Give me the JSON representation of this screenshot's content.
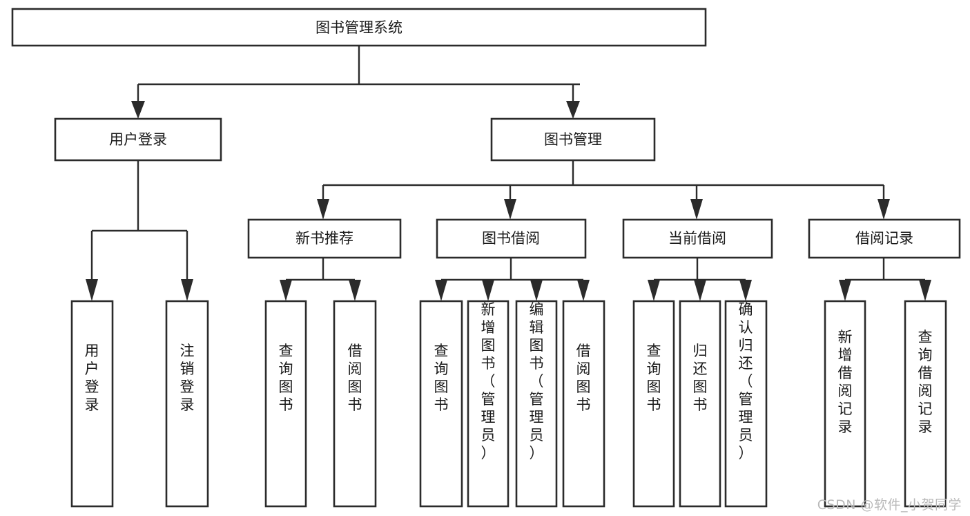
{
  "diagram": {
    "type": "tree-hierarchy-functional-decomposition",
    "title": "图书管理系统",
    "watermark": "CSDN @软件_小贺同学",
    "colors": {
      "stroke": "#2b2b2b",
      "box_fill": "#ffffff",
      "text": "#1a1a1a",
      "background": "#ffffff",
      "watermark": "#b9b9b9"
    },
    "levels": [
      {
        "level": 1,
        "nodes": [
          {
            "id": "root",
            "label": "图书管理系统",
            "orientation": "horizontal"
          }
        ]
      },
      {
        "level": 2,
        "nodes": [
          {
            "id": "login",
            "label": "用户登录",
            "orientation": "horizontal",
            "parent": "root"
          },
          {
            "id": "bookmgmt",
            "label": "图书管理",
            "orientation": "horizontal",
            "parent": "root"
          }
        ]
      },
      {
        "level": 3,
        "nodes": [
          {
            "id": "newbook",
            "label": "新书推荐",
            "orientation": "horizontal",
            "parent": "bookmgmt"
          },
          {
            "id": "borrow",
            "label": "图书借阅",
            "orientation": "horizontal",
            "parent": "bookmgmt"
          },
          {
            "id": "current",
            "label": "当前借阅",
            "orientation": "horizontal",
            "parent": "bookmgmt"
          },
          {
            "id": "records",
            "label": "借阅记录",
            "orientation": "horizontal",
            "parent": "bookmgmt"
          }
        ]
      },
      {
        "level": 4,
        "nodes": [
          {
            "id": "leaf-1",
            "label": "用户登录",
            "orientation": "vertical",
            "parent": "login"
          },
          {
            "id": "leaf-2",
            "label": "注销登录",
            "orientation": "vertical",
            "parent": "login"
          },
          {
            "id": "leaf-3",
            "label": "查询图书",
            "orientation": "vertical",
            "parent": "newbook"
          },
          {
            "id": "leaf-4",
            "label": "借阅图书",
            "orientation": "vertical",
            "parent": "newbook"
          },
          {
            "id": "leaf-5",
            "label": "查询图书",
            "orientation": "vertical",
            "parent": "borrow"
          },
          {
            "id": "leaf-6",
            "label": "新增图书（管理员）",
            "orientation": "vertical",
            "parent": "borrow"
          },
          {
            "id": "leaf-7",
            "label": "编辑图书（管理员）",
            "orientation": "vertical",
            "parent": "borrow"
          },
          {
            "id": "leaf-8",
            "label": "借阅图书",
            "orientation": "vertical",
            "parent": "borrow"
          },
          {
            "id": "leaf-9",
            "label": "查询图书",
            "orientation": "vertical",
            "parent": "current"
          },
          {
            "id": "leaf-10",
            "label": "归还图书",
            "orientation": "vertical",
            "parent": "current"
          },
          {
            "id": "leaf-11",
            "label": "确认归还（管理员）",
            "orientation": "vertical",
            "parent": "current"
          },
          {
            "id": "leaf-12",
            "label": "新增借阅记录",
            "orientation": "vertical",
            "parent": "records"
          },
          {
            "id": "leaf-13",
            "label": "查询借阅记录",
            "orientation": "vertical",
            "parent": "records"
          }
        ]
      }
    ]
  }
}
